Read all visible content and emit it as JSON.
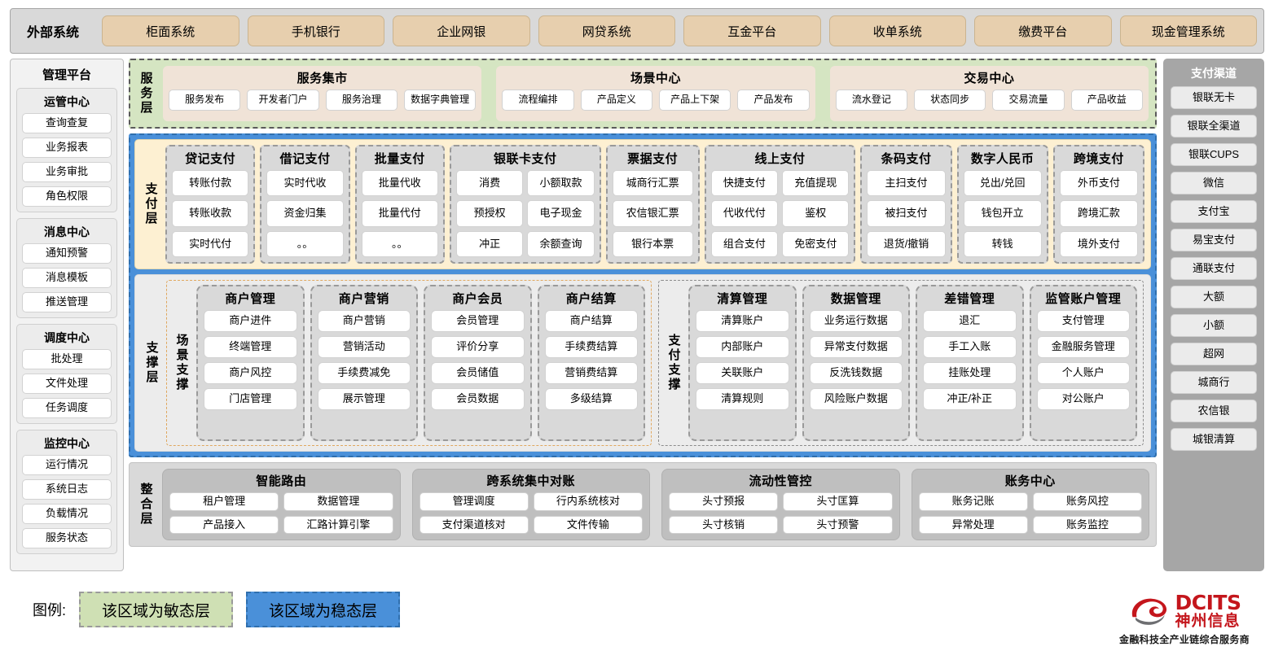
{
  "external": {
    "label": "外部系统",
    "items": [
      "柜面系统",
      "手机银行",
      "企业网银",
      "网贷系统",
      "互金平台",
      "收单系统",
      "缴费平台",
      "现金管理系统"
    ]
  },
  "management": {
    "title": "管理平台",
    "blocks": [
      {
        "title": "运管中心",
        "items": [
          "查询查复",
          "业务报表",
          "业务审批",
          "角色权限"
        ]
      },
      {
        "title": "消息中心",
        "items": [
          "通知预警",
          "消息模板",
          "推送管理"
        ]
      },
      {
        "title": "调度中心",
        "items": [
          "批处理",
          "文件处理",
          "任务调度"
        ]
      },
      {
        "title": "监控中心",
        "items": [
          "运行情况",
          "系统日志",
          "负载情况",
          "服务状态"
        ]
      }
    ]
  },
  "channels": {
    "title": "支付渠道",
    "items": [
      "银联无卡",
      "银联全渠道",
      "银联CUPS",
      "微信",
      "支付宝",
      "易宝支付",
      "通联支付",
      "大额",
      "小额",
      "超网",
      "城商行",
      "农信银",
      "城银清算"
    ]
  },
  "service_layer": {
    "vtitle": "服务层",
    "cards": [
      {
        "title": "服务集市",
        "items": [
          "服务发布",
          "开发者门户",
          "服务治理",
          "数据字典管理"
        ]
      },
      {
        "title": "场景中心",
        "items": [
          "流程编排",
          "产品定义",
          "产品上下架",
          "产品发布"
        ]
      },
      {
        "title": "交易中心",
        "items": [
          "流水登记",
          "状态同步",
          "交易流量",
          "产品收益"
        ]
      }
    ]
  },
  "pay_layer": {
    "vtitle": "支付层",
    "columns": [
      {
        "title": "贷记支付",
        "cols": 1,
        "flex": 1.0,
        "items": [
          "转账付款",
          "转账收款",
          "实时代付"
        ]
      },
      {
        "title": "借记支付",
        "cols": 1,
        "flex": 1.0,
        "items": [
          "实时代收",
          "资金归集",
          "。。"
        ]
      },
      {
        "title": "批量支付",
        "cols": 1,
        "flex": 1.0,
        "items": [
          "批量代收",
          "批量代付",
          "。。"
        ]
      },
      {
        "title": "银联卡支付",
        "cols": 2,
        "flex": 1.8,
        "items": [
          "消费",
          "小额取款",
          "预授权",
          "电子现金",
          "冲正",
          "余额查询"
        ]
      },
      {
        "title": "票据支付",
        "cols": 1,
        "flex": 1.05,
        "items": [
          "城商行汇票",
          "农信银汇票",
          "银行本票"
        ]
      },
      {
        "title": "线上支付",
        "cols": 2,
        "flex": 1.8,
        "items": [
          "快捷支付",
          "充值提现",
          "代收代付",
          "鉴权",
          "组合支付",
          "免密支付"
        ]
      },
      {
        "title": "条码支付",
        "cols": 1,
        "flex": 1.02,
        "items": [
          "主扫支付",
          "被扫支付",
          "退货/撤销"
        ]
      },
      {
        "title": "数字人民币",
        "cols": 1,
        "flex": 1.02,
        "items": [
          "兑出/兑回",
          "钱包开立",
          "转钱"
        ]
      },
      {
        "title": "跨境支付",
        "cols": 1,
        "flex": 1.02,
        "items": [
          "外币支付",
          "跨境汇款",
          "境外支付"
        ]
      }
    ]
  },
  "support_layer": {
    "vtitle": "支撑层",
    "zones": [
      {
        "vtitle": "场景支撑",
        "style": "scene",
        "columns": [
          {
            "title": "商户管理",
            "items": [
              "商户进件",
              "终端管理",
              "商户风控",
              "门店管理"
            ]
          },
          {
            "title": "商户营销",
            "items": [
              "商户营销",
              "营销活动",
              "手续费减免",
              "展示管理"
            ]
          },
          {
            "title": "商户会员",
            "items": [
              "会员管理",
              "评价分享",
              "会员储值",
              "会员数据"
            ]
          },
          {
            "title": "商户结算",
            "items": [
              "商户结算",
              "手续费结算",
              "营销费结算",
              "多级结算"
            ]
          }
        ]
      },
      {
        "vtitle": "支付支撑",
        "style": "paysup",
        "columns": [
          {
            "title": "清算管理",
            "items": [
              "清算账户",
              "内部账户",
              "关联账户",
              "清算规则"
            ]
          },
          {
            "title": "数据管理",
            "items": [
              "业务运行数据",
              "异常支付数据",
              "反洗钱数据",
              "风险账户数据"
            ]
          },
          {
            "title": "差错管理",
            "items": [
              "退汇",
              "手工入账",
              "挂账处理",
              "冲正/补正"
            ]
          },
          {
            "title": "监管账户管理",
            "items": [
              "支付管理",
              "金融服务管理",
              "个人账户",
              "对公账户"
            ]
          }
        ]
      }
    ]
  },
  "integration_layer": {
    "vtitle": "整合层",
    "columns": [
      {
        "title": "智能路由",
        "items": [
          "租户管理",
          "数据管理",
          "产品接入",
          "汇路计算引擎"
        ]
      },
      {
        "title": "跨系统集中对账",
        "items": [
          "管理调度",
          "行内系统核对",
          "支付渠道核对",
          "文件传输"
        ]
      },
      {
        "title": "流动性管控",
        "items": [
          "头寸预报",
          "头寸匡算",
          "头寸核销",
          "头寸预警"
        ]
      },
      {
        "title": "账务中心",
        "items": [
          "账务记账",
          "账务风控",
          "异常处理",
          "账务监控"
        ]
      }
    ]
  },
  "legend": {
    "label": "图例:",
    "agile": "该区域为敏态层",
    "stable": "该区域为稳态层",
    "agile_color": "#cfe0b4",
    "stable_color": "#4a90d9"
  },
  "logo": {
    "en": "DCITS",
    "cn": "神州信息",
    "tagline": "金融科技全产业链综合服务商",
    "color": "#c4161c"
  }
}
